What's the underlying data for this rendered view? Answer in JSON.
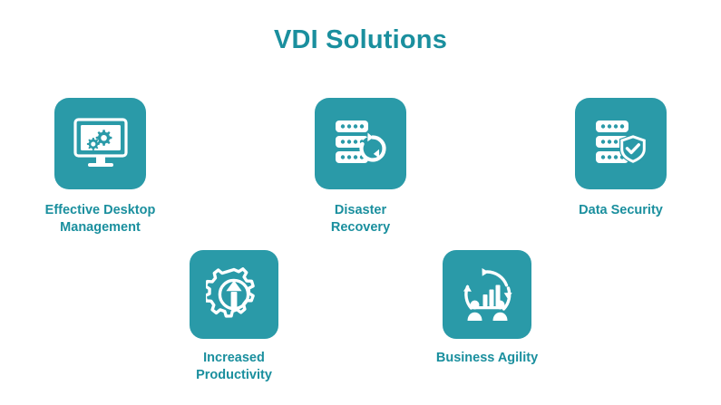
{
  "slide": {
    "title": "VDI Solutions",
    "background_color": "#ffffff",
    "accent_color": "#1a8f9e",
    "tile_color": "#2a9aa8",
    "icon_color": "#ffffff"
  },
  "rows": [
    {
      "items": [
        {
          "label": "Effective Desktop\nManagement",
          "icon": "desktop-monitor-gears-icon"
        },
        {
          "label": "Disaster\nRecovery",
          "icon": "server-refresh-icon"
        },
        {
          "label": "Data Security",
          "icon": "server-shield-check-icon"
        }
      ]
    },
    {
      "items": [
        {
          "label": "Increased\nProductivity",
          "icon": "gear-up-arrow-icon"
        },
        {
          "label": "Business Agility",
          "icon": "bar-chart-people-refresh-icon"
        }
      ]
    }
  ]
}
